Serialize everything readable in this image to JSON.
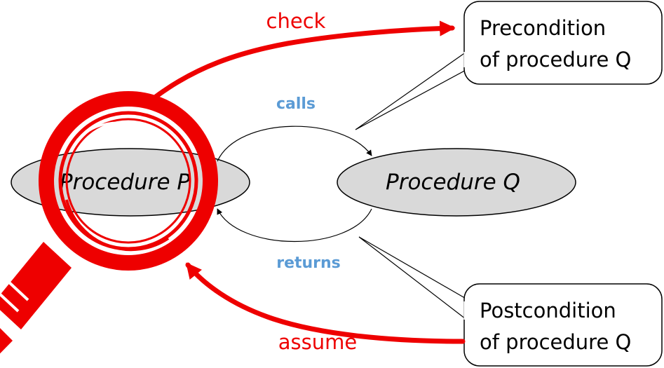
{
  "nodes": {
    "procedure_p": "Procedure P",
    "procedure_q": "Procedure Q"
  },
  "edges": {
    "calls": "calls",
    "returns": "returns",
    "check": "check",
    "assume": "assume"
  },
  "callouts": {
    "precondition": [
      "Precondition",
      "of procedure Q"
    ],
    "postcondition": [
      "Postcondition",
      "of procedure Q"
    ]
  },
  "colors": {
    "accent_red": "#ee0000",
    "label_blue": "#5b9bd5",
    "node_fill": "#d9d9d9"
  },
  "icons": {
    "magnifier": "magnifying-glass-icon"
  }
}
